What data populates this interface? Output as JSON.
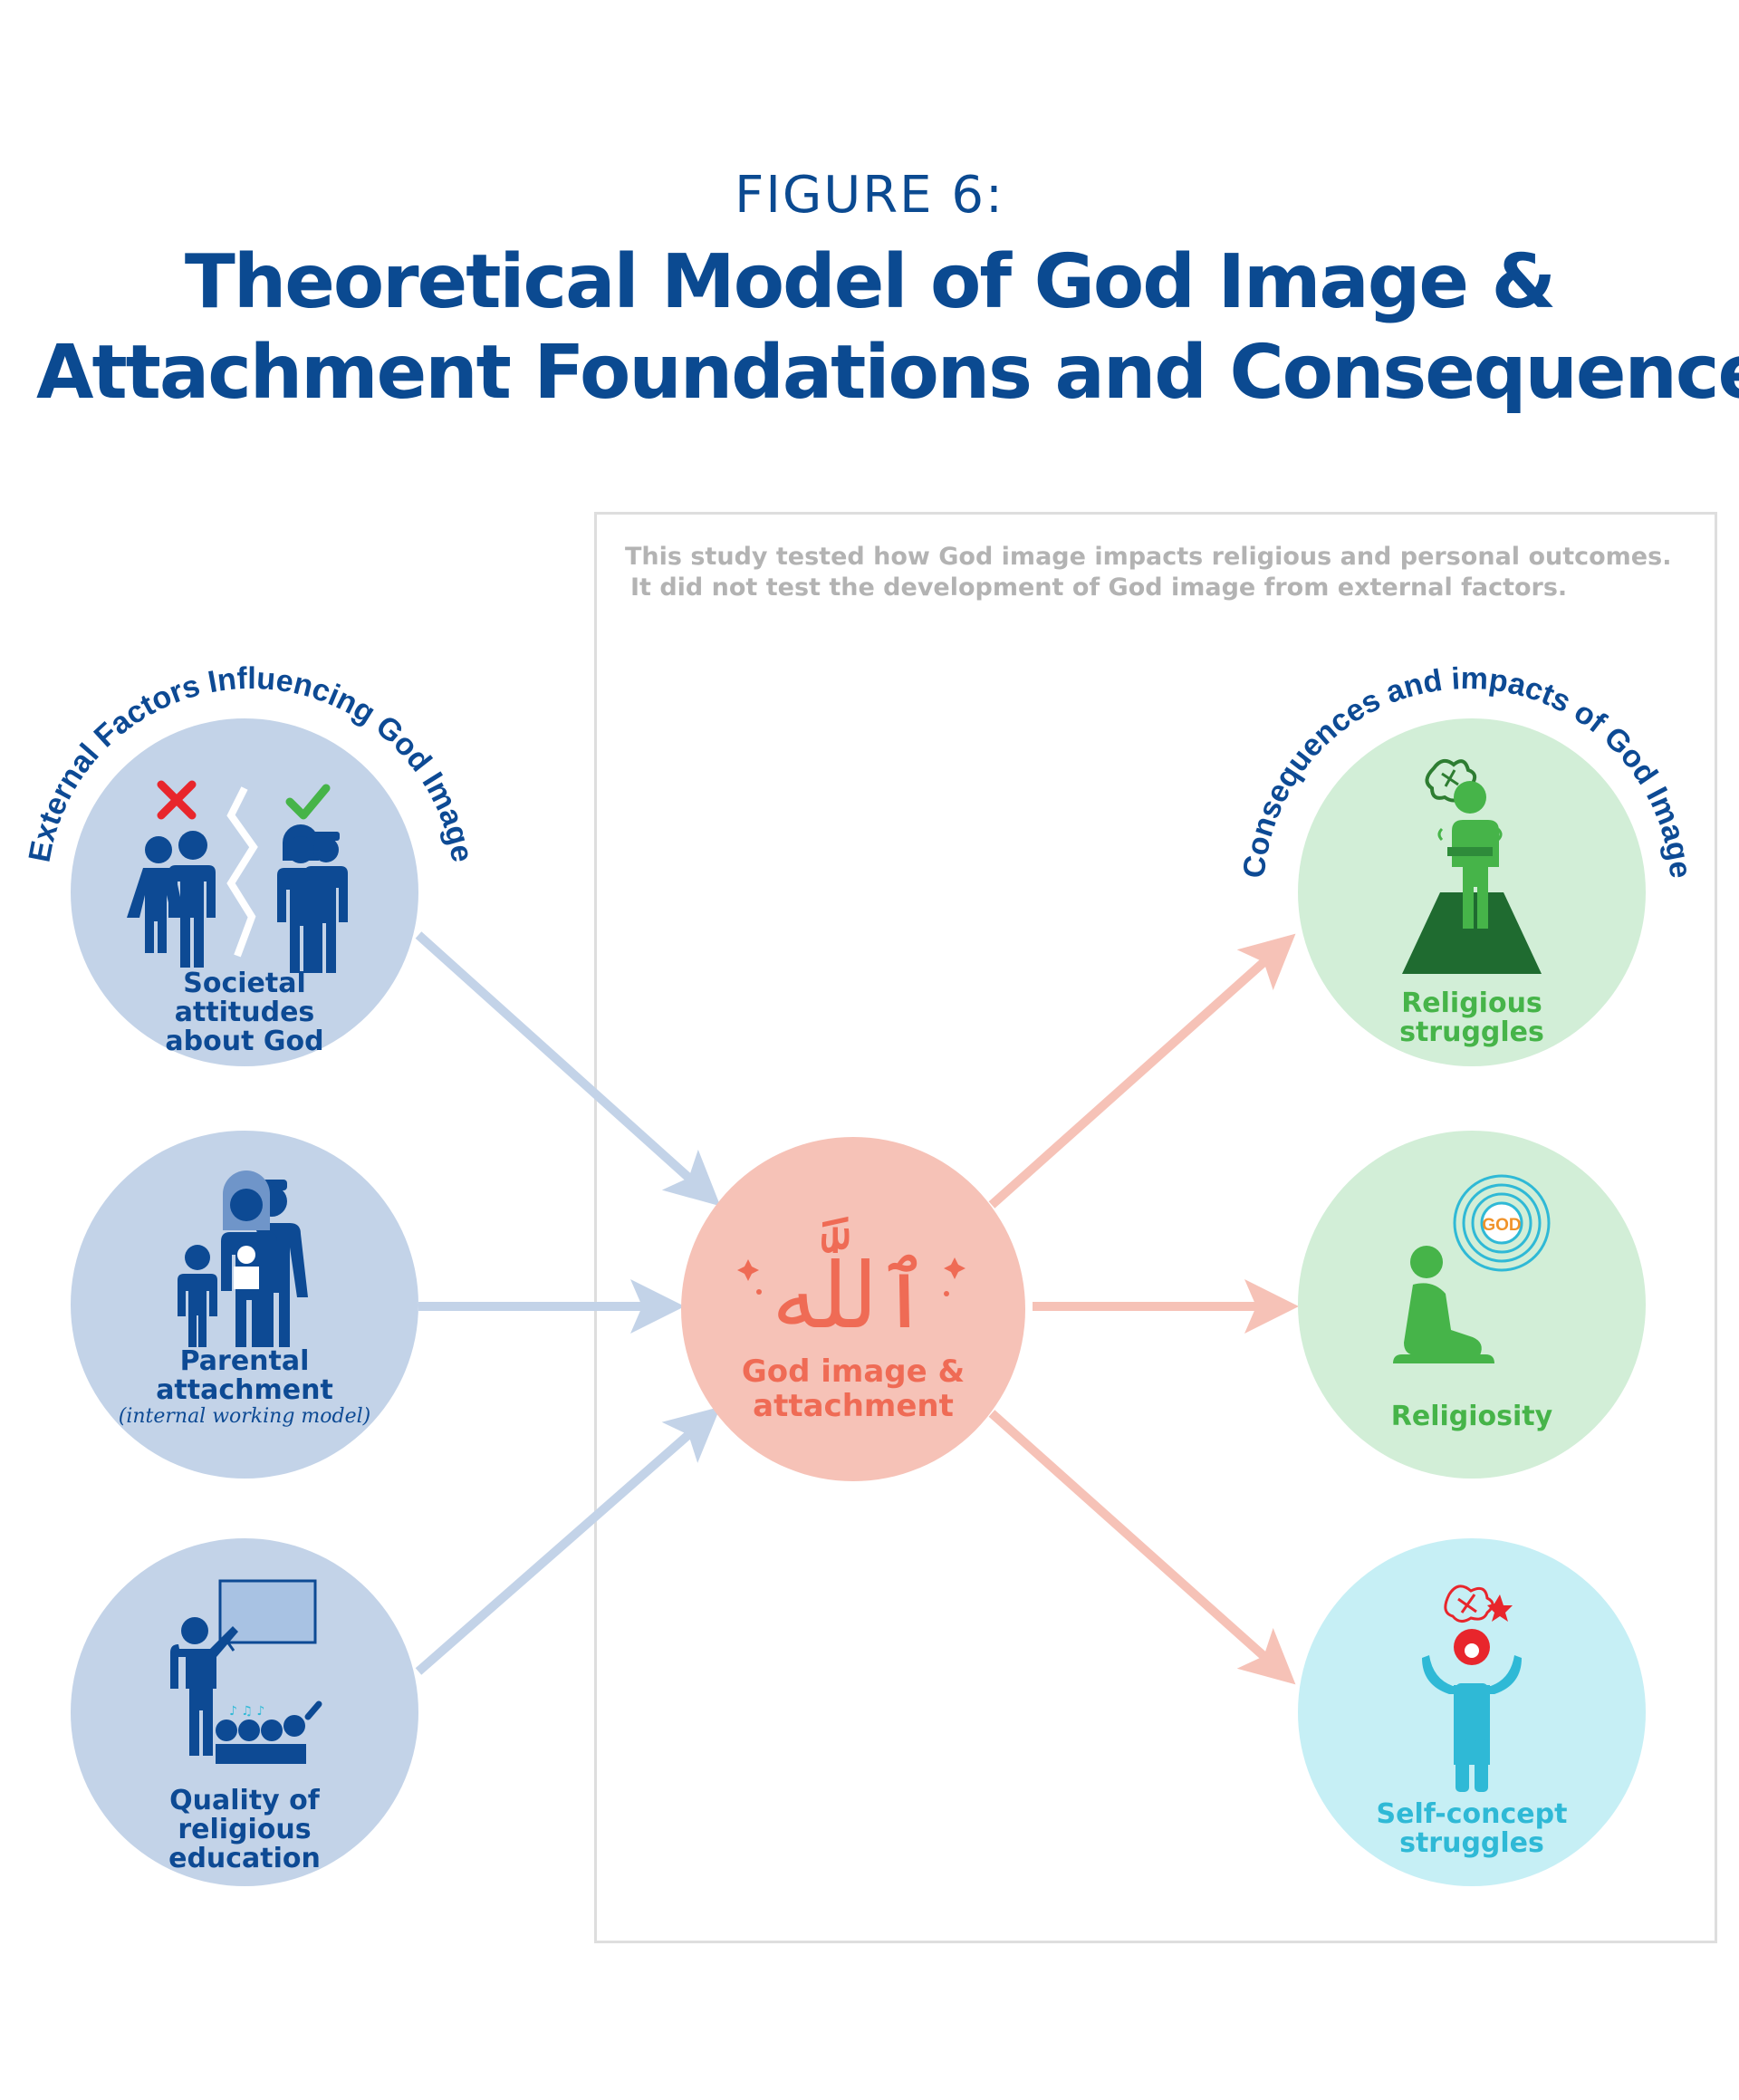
{
  "figure": {
    "label": "FIGURE 6:",
    "title_line1": "Theoretical Model of God Image &",
    "title_line2": "Attachment Foundations and Consequences"
  },
  "scope_note": {
    "line1": "This study tested how God image impacts religious and personal outcomes.",
    "line2": "It did not test the development of God image from external factors."
  },
  "left_group": {
    "arc_title": "External Factors Influencing God Image",
    "items": [
      {
        "label_line1": "Societal attitudes",
        "label_line2": "about God",
        "icon": "couples-comparison-icon"
      },
      {
        "label_line1": "Parental",
        "label_line2": "attachment",
        "note": "(internal working model)",
        "icon": "family-icon"
      },
      {
        "label_line1": "Quality of religious",
        "label_line2": "education",
        "icon": "teacher-classroom-icon"
      }
    ]
  },
  "center": {
    "arabic": "ٱللَّٰه",
    "label_line1": "God image &",
    "label_line2": "attachment"
  },
  "right_group": {
    "arc_title": "Consequences and impacts of God Image",
    "items": [
      {
        "label_line1": "Religious",
        "label_line2": "struggles",
        "icon": "troubled-person-on-prayer-mat-icon"
      },
      {
        "label_line1": "Religiosity",
        "label_line2": "",
        "god_badge": "GOD",
        "icon": "kneeling-prayer-icon"
      },
      {
        "label_line1": "Self-concept",
        "label_line2": "struggles",
        "icon": "distressed-person-icon"
      }
    ]
  },
  "colors": {
    "title": "#0b4a91",
    "left_circle": "#c3d3e8",
    "left_ink": "#0d4a94",
    "center_circle": "#f6c2b7",
    "center_ink": "#ef6b55",
    "right_green_circle": "#d2eed7",
    "right_green_ink": "#46b449",
    "right_cyan_circle": "#c6eff5",
    "right_cyan_ink": "#2fb9d6",
    "left_arrow": "#c3d3e8",
    "right_arrow": "#f6c2b7"
  }
}
